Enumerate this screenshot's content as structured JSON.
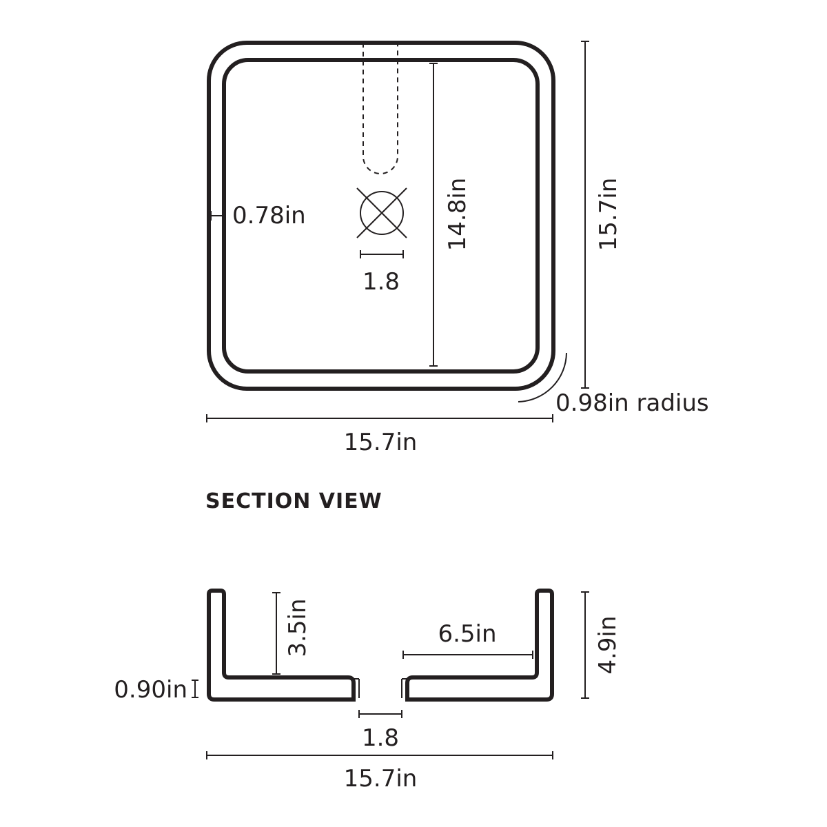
{
  "top_view": {
    "wall_thickness": "0.78in",
    "drain_diameter": "1.8",
    "inner_length": "14.8in",
    "outer_height": "15.7in",
    "corner_radius": "0.98in radius",
    "outer_width": "15.7in"
  },
  "section_view": {
    "title": "SECTION VIEW",
    "inner_depth": "3.5in",
    "half_width": "6.5in",
    "total_height": "4.9in",
    "bottom_thickness": "0.90in",
    "drain_diameter": "1.8",
    "outer_width": "15.7in"
  },
  "colors": {
    "line": "#231f20",
    "background": "#ffffff"
  }
}
